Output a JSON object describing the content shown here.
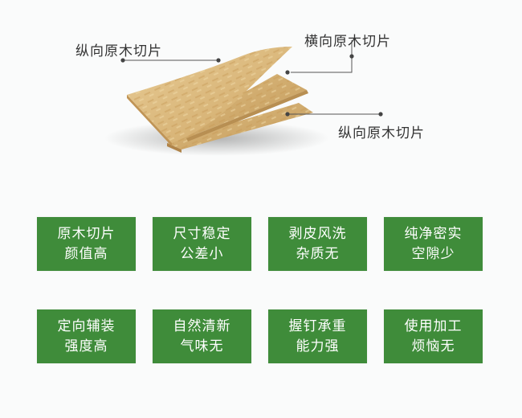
{
  "diagram": {
    "callouts": [
      {
        "label": "纵向原木切片",
        "position": "top-left"
      },
      {
        "label": "横向原木切片",
        "position": "top-right"
      },
      {
        "label": "纵向原木切片",
        "position": "bottom-right"
      }
    ],
    "colors": {
      "card_bg": "#3f8c3a",
      "card_text": "#ffffff",
      "callout_line": "#555555",
      "board_light": "#e3c48d",
      "board_mid": "#d2ad6e",
      "board_dark": "#b88f52"
    }
  },
  "features": [
    {
      "line1": "原木切片",
      "line2": "颜值高"
    },
    {
      "line1": "尺寸稳定",
      "line2": "公差小"
    },
    {
      "line1": "剥皮风洗",
      "line2": "杂质无"
    },
    {
      "line1": "纯净密实",
      "line2": "空隙少"
    },
    {
      "line1": "定向辅装",
      "line2": "强度高"
    },
    {
      "line1": "自然清新",
      "line2": "气味无"
    },
    {
      "line1": "握钉承重",
      "line2": "能力强"
    },
    {
      "line1": "使用加工",
      "line2": "烦恼无"
    }
  ]
}
